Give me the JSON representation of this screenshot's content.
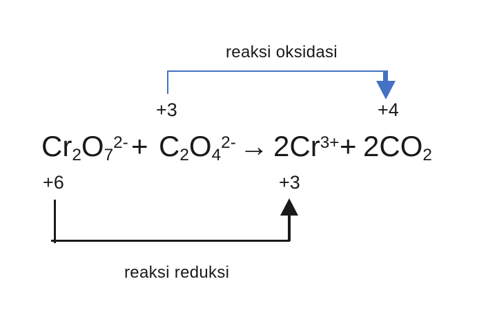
{
  "colors": {
    "accent_blue": "#4472C4",
    "ink": "#1a1a1a",
    "background": "#ffffff"
  },
  "oxidation": {
    "label": "reaksi oksidasi",
    "from_state": "+3",
    "to_state": "+4"
  },
  "reduction": {
    "label": "reaksi reduksi",
    "from_state": "+6",
    "to_state": "+3"
  },
  "equation": {
    "text": "Cr2O7(2-) + C2O4(2-) → 2Cr(3+) + 2CO2",
    "terms": {
      "t1_main1": "Cr",
      "t1_sub1": "2",
      "t1_main2": "O",
      "t1_sub2": "7",
      "t1_sup": "2-",
      "plus1": "+",
      "t2_main1": "C",
      "t2_sub1": "2",
      "t2_main2": "O",
      "t2_sub2": "4",
      "t2_sup": "2-",
      "arrow": "→",
      "t3_main": "2Cr",
      "t3_sup": "3+",
      "plus2": "+",
      "t4_main": "2CO",
      "t4_sub": "2"
    }
  }
}
